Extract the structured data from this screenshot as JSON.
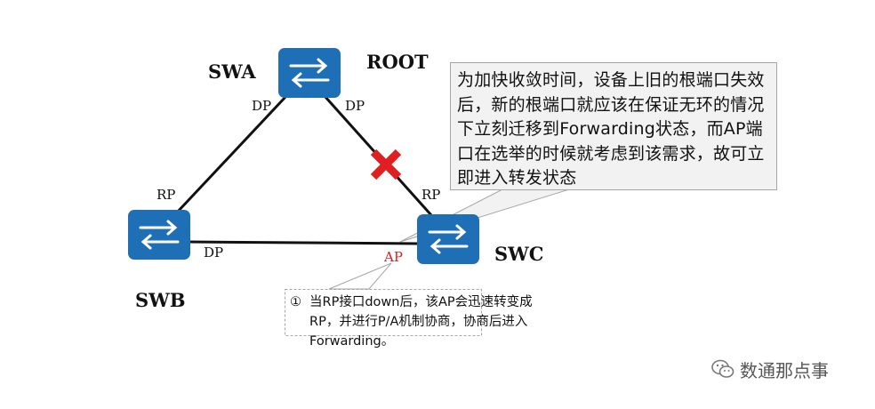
{
  "nodes": {
    "root": {
      "name": "SWA",
      "tag": "ROOT"
    },
    "left": {
      "name": "SWB"
    },
    "right": {
      "name": "SWC"
    }
  },
  "ports": {
    "swa_left": "DP",
    "swa_right": "DP",
    "swb_top": "RP",
    "swb_bottom": "DP",
    "swc_top": "RP",
    "swc_left": "AP"
  },
  "callouts": {
    "main": "为加快收敛时间，设备上旧的根端口失效后，新的根端口就应该在保证无环的情况下立刻迁移到Forwarding状态，而AP端口在选举的时候就考虑到该需求，故可立即进入转发状态",
    "note_number": "①",
    "note": "当RP接口down后，该AP会迅速转变成RP，并进行P/A机制协商，协商后进入Forwarding。"
  },
  "watermark": "数通那点事",
  "colors": {
    "switch_fill": "#1f6fb6",
    "link": "#111111",
    "blocked_marker": "#e02020",
    "ap_label": "#d22222",
    "callout_fill": "#f2f2f2",
    "callout_border": "#a6a6a6"
  }
}
